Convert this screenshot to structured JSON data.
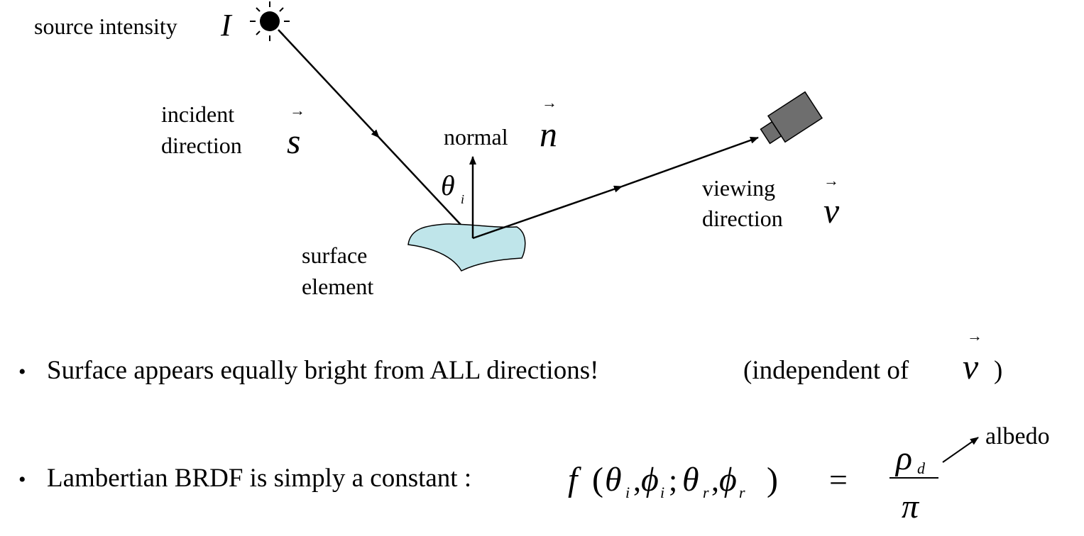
{
  "diagram": {
    "source_label": "source intensity",
    "source_symbol": "I",
    "incident_label_1": "incident",
    "incident_label_2": "direction",
    "incident_symbol": "s",
    "normal_label": "normal",
    "normal_symbol": "n",
    "theta_symbol": "θ",
    "theta_sub": "i",
    "viewing_label_1": "viewing",
    "viewing_label_2": "direction",
    "viewing_symbol": "v",
    "surface_label_1": "surface",
    "surface_label_2": "element",
    "arrow_glyph": "→",
    "colors": {
      "surface_fill": "#bfe5ea",
      "camera_fill": "#6e6e6e",
      "line": "#000000"
    },
    "icons": [
      "light-source-icon",
      "camera-icon",
      "surface-patch-icon"
    ]
  },
  "bullets": {
    "bullet_glyph": "•",
    "b1_text": "Surface appears equally bright from ALL directions!",
    "b1_paren_open": "(independent of",
    "b1_symbol": "v",
    "b1_paren_close": ")",
    "b2_text": "Lambertian BRDF is simply a constant :",
    "formula": {
      "f": "f",
      "open": "(",
      "theta": "θ",
      "phi": "ϕ",
      "comma": ",",
      "semicolon": ";",
      "close": ")",
      "sub_i": "i",
      "sub_r": "r",
      "equals": "=",
      "rho": "ρ",
      "rho_sub": "d",
      "pi": "π",
      "albedo_label": "albedo"
    }
  }
}
